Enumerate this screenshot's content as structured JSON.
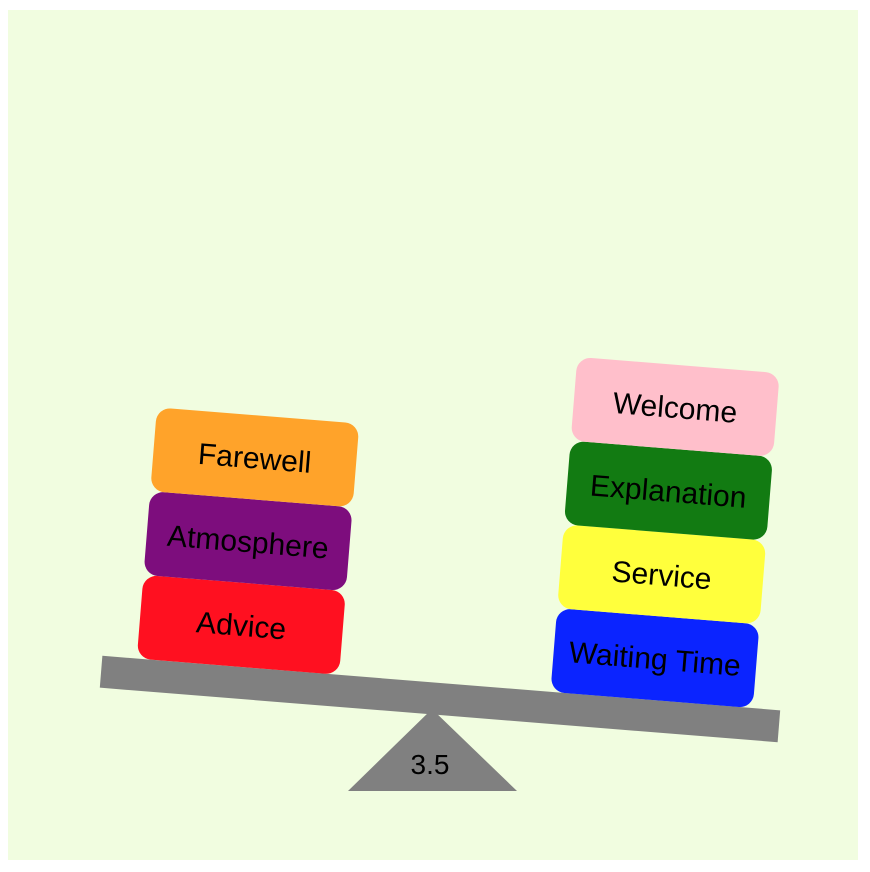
{
  "colors": {
    "background": "#f1fde0",
    "beam": "#808080",
    "fulcrum": "#808080"
  },
  "fulcrum": {
    "label": "3.5"
  },
  "left_stack": [
    {
      "label": "Advice",
      "color": "#ff1020"
    },
    {
      "label": "Atmosphere",
      "color": "#7d0d7d"
    },
    {
      "label": "Farewell",
      "color": "#ffa32a"
    }
  ],
  "right_stack": [
    {
      "label": "Waiting Time",
      "color": "#0b24ff"
    },
    {
      "label": "Service",
      "color": "#ffff3c"
    },
    {
      "label": "Explanation",
      "color": "#127b12"
    },
    {
      "label": "Welcome",
      "color": "#ffbfcb"
    }
  ]
}
